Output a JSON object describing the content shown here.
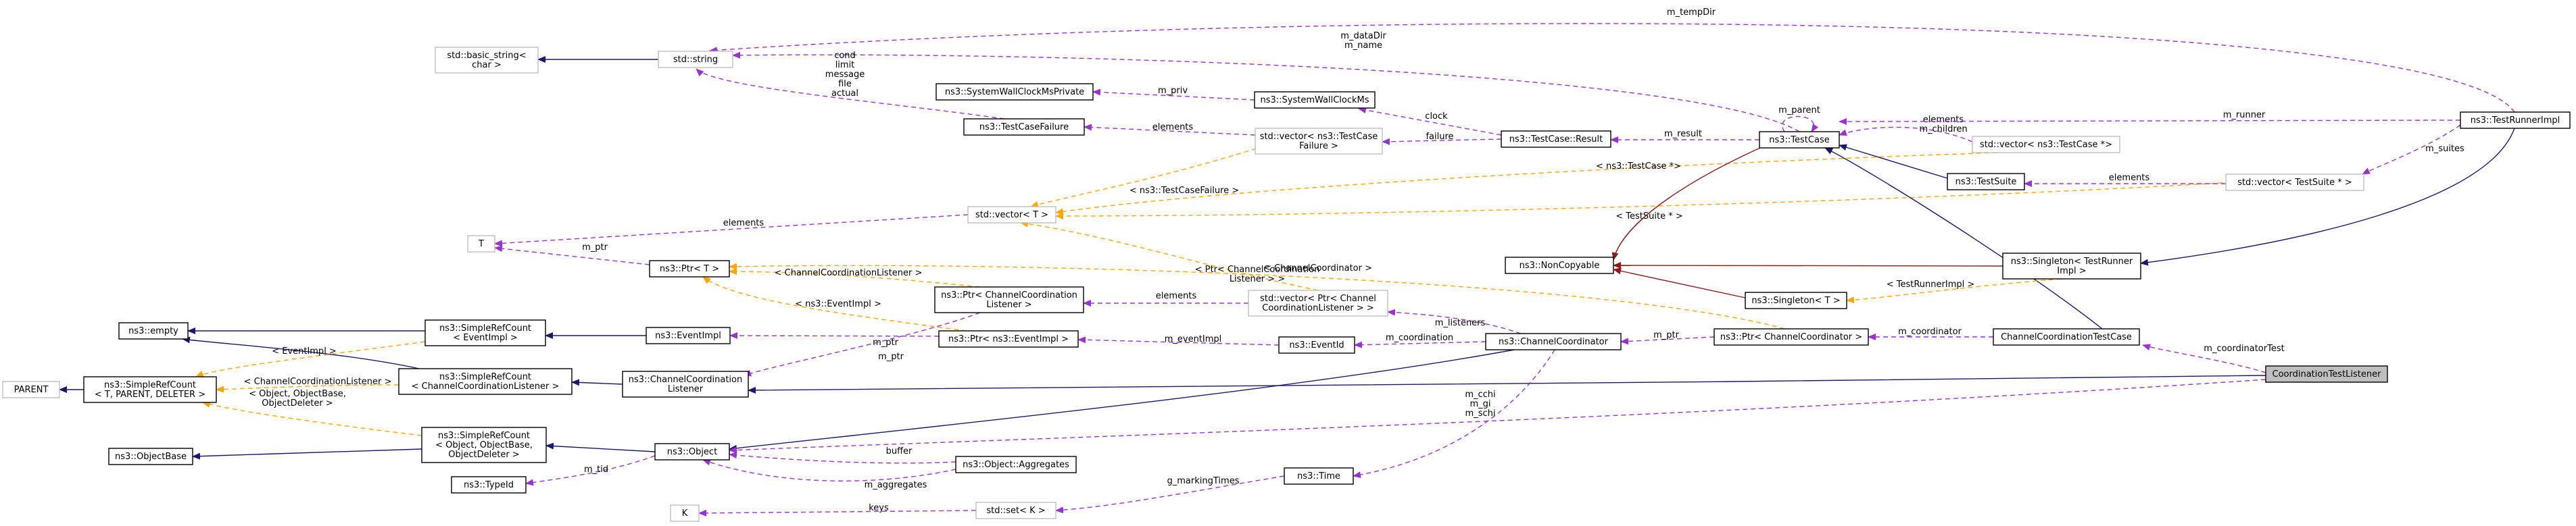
{
  "diagram": {
    "nodes": {
      "basic_string": [
        "std::basic_string<",
        "char >"
      ],
      "string": [
        "std::string"
      ],
      "wall_private": [
        "ns3::SystemWallClockMsPrivate"
      ],
      "wall": [
        "ns3::SystemWallClockMs"
      ],
      "failure": [
        "ns3::TestCaseFailure"
      ],
      "vec_failure": [
        "std::vector< ns3::TestCase",
        "Failure >"
      ],
      "result": [
        "ns3::TestCase::Result"
      ],
      "testcase": [
        "ns3::TestCase"
      ],
      "vec_testcase": [
        "std::vector< ns3::TestCase *>"
      ],
      "runner": [
        "ns3::TestRunnerImpl"
      ],
      "testsuite": [
        "ns3::TestSuite"
      ],
      "vec_suite": [
        "std::vector< TestSuite * >"
      ],
      "vector_t": [
        "std::vector< T >"
      ],
      "t": [
        "T"
      ],
      "ptr_t": [
        "ns3::Ptr< T >"
      ],
      "noncopyable": [
        "ns3::NonCopyable"
      ],
      "singleton_runner": [
        "ns3::Singleton< TestRunner",
        "Impl >"
      ],
      "singleton_t": [
        "ns3::Singleton< T >"
      ],
      "ptr_ccl": [
        "ns3::Ptr< ChannelCoordination",
        "Listener >"
      ],
      "vec_ptr_ccl": [
        "std::vector< Ptr< Channel",
        "CoordinationListener > >"
      ],
      "empty": [
        "ns3::empty"
      ],
      "src_eventimpl": [
        "ns3::SimpleRefCount",
        "< EventImpl >"
      ],
      "eventimpl": [
        "ns3::EventImpl"
      ],
      "ptr_eventimpl": [
        "ns3::Ptr< ns3::EventImpl >"
      ],
      "eventid": [
        "ns3::EventId"
      ],
      "cc": [
        "ns3::ChannelCoordinator"
      ],
      "ptr_cc": [
        "ns3::Ptr< ChannelCoordinator >"
      ],
      "cctestcase": [
        "ChannelCoordinationTestCase"
      ],
      "parent": [
        "PARENT"
      ],
      "src_tpd": [
        "ns3::SimpleRefCount",
        "< T, PARENT, DELETER >"
      ],
      "src_ccl": [
        "ns3::SimpleRefCount",
        "< ChannelCoordinationListener >"
      ],
      "ccl": [
        "ns3::ChannelCoordination",
        "Listener"
      ],
      "cctl": [
        "CoordinationTestListener"
      ],
      "objectbase": [
        "ns3::ObjectBase"
      ],
      "src_obj": [
        "ns3::SimpleRefCount",
        "< Object, ObjectBase,",
        "ObjectDeleter >"
      ],
      "object": [
        "ns3::Object"
      ],
      "aggregates": [
        "ns3::Object::Aggregates"
      ],
      "typeid": [
        "ns3::TypeId"
      ],
      "time": [
        "ns3::Time"
      ],
      "k": [
        "K"
      ],
      "set_k": [
        "std::set< K >"
      ]
    },
    "edges": {
      "m_tempDir": [
        "m_tempDir"
      ],
      "dataDir_name": [
        "m_dataDir",
        "m_name"
      ],
      "cond_etc": [
        "cond",
        "limit",
        "message",
        "file",
        "actual"
      ],
      "m_priv": [
        "m_priv"
      ],
      "clock": [
        "clock"
      ],
      "elements_failure": [
        "elements"
      ],
      "failure": [
        "failure"
      ],
      "m_result": [
        "m_result"
      ],
      "m_parent": [
        "m_parent"
      ],
      "elements_children": [
        "elements",
        "m_children"
      ],
      "m_runner": [
        "m_runner"
      ],
      "m_suites": [
        "m_suites"
      ],
      "elements_suite": [
        "elements"
      ],
      "tc_failure": [
        "< ns3::TestCaseFailure >"
      ],
      "tc_ptr": [
        "< ns3::TestCase *>"
      ],
      "testsuite_ptr": [
        "< TestSuite * >"
      ],
      "elements_t": [
        "elements"
      ],
      "m_ptr_t": [
        "m_ptr"
      ],
      "ccl_ptr_vec": [
        "< Ptr< ChannelCoordination",
        "Listener > >"
      ],
      "ccl_arg": [
        "< ChannelCoordinationListener >"
      ],
      "cc_arg": [
        "< ChannelCoordinator >"
      ],
      "runnerimpl_arg": [
        "< TestRunnerImpl >"
      ],
      "eventimpl_arg": [
        "< ns3::EventImpl >"
      ],
      "elements_ccl": [
        "elements"
      ],
      "m_listeners": [
        "m_listeners"
      ],
      "m_ptr_ccl": [
        "m_ptr"
      ],
      "m_ptr_event": [
        "m_ptr"
      ],
      "m_eventImpl": [
        "m_eventImpl"
      ],
      "m_coordination": [
        "m_coordination"
      ],
      "m_ptr_cc": [
        "m_ptr"
      ],
      "m_coordinator": [
        "m_coordinator"
      ],
      "m_coordinatorTest": [
        "m_coordinatorTest"
      ],
      "eventimpl_src": [
        "< EventImpl >"
      ],
      "ccl_src": [
        "< ChannelCoordinationListener >"
      ],
      "obj_src": [
        "< Object, ObjectBase,",
        "ObjectDeleter >"
      ],
      "schi": [
        "m_cchi",
        "m_gi",
        "m_schi"
      ],
      "buffer": [
        "buffer"
      ],
      "m_aggregates": [
        "m_aggregates"
      ],
      "m_tid": [
        "m_tid"
      ],
      "g_markingTimes": [
        "g_markingTimes"
      ],
      "keys": [
        "keys"
      ]
    }
  }
}
